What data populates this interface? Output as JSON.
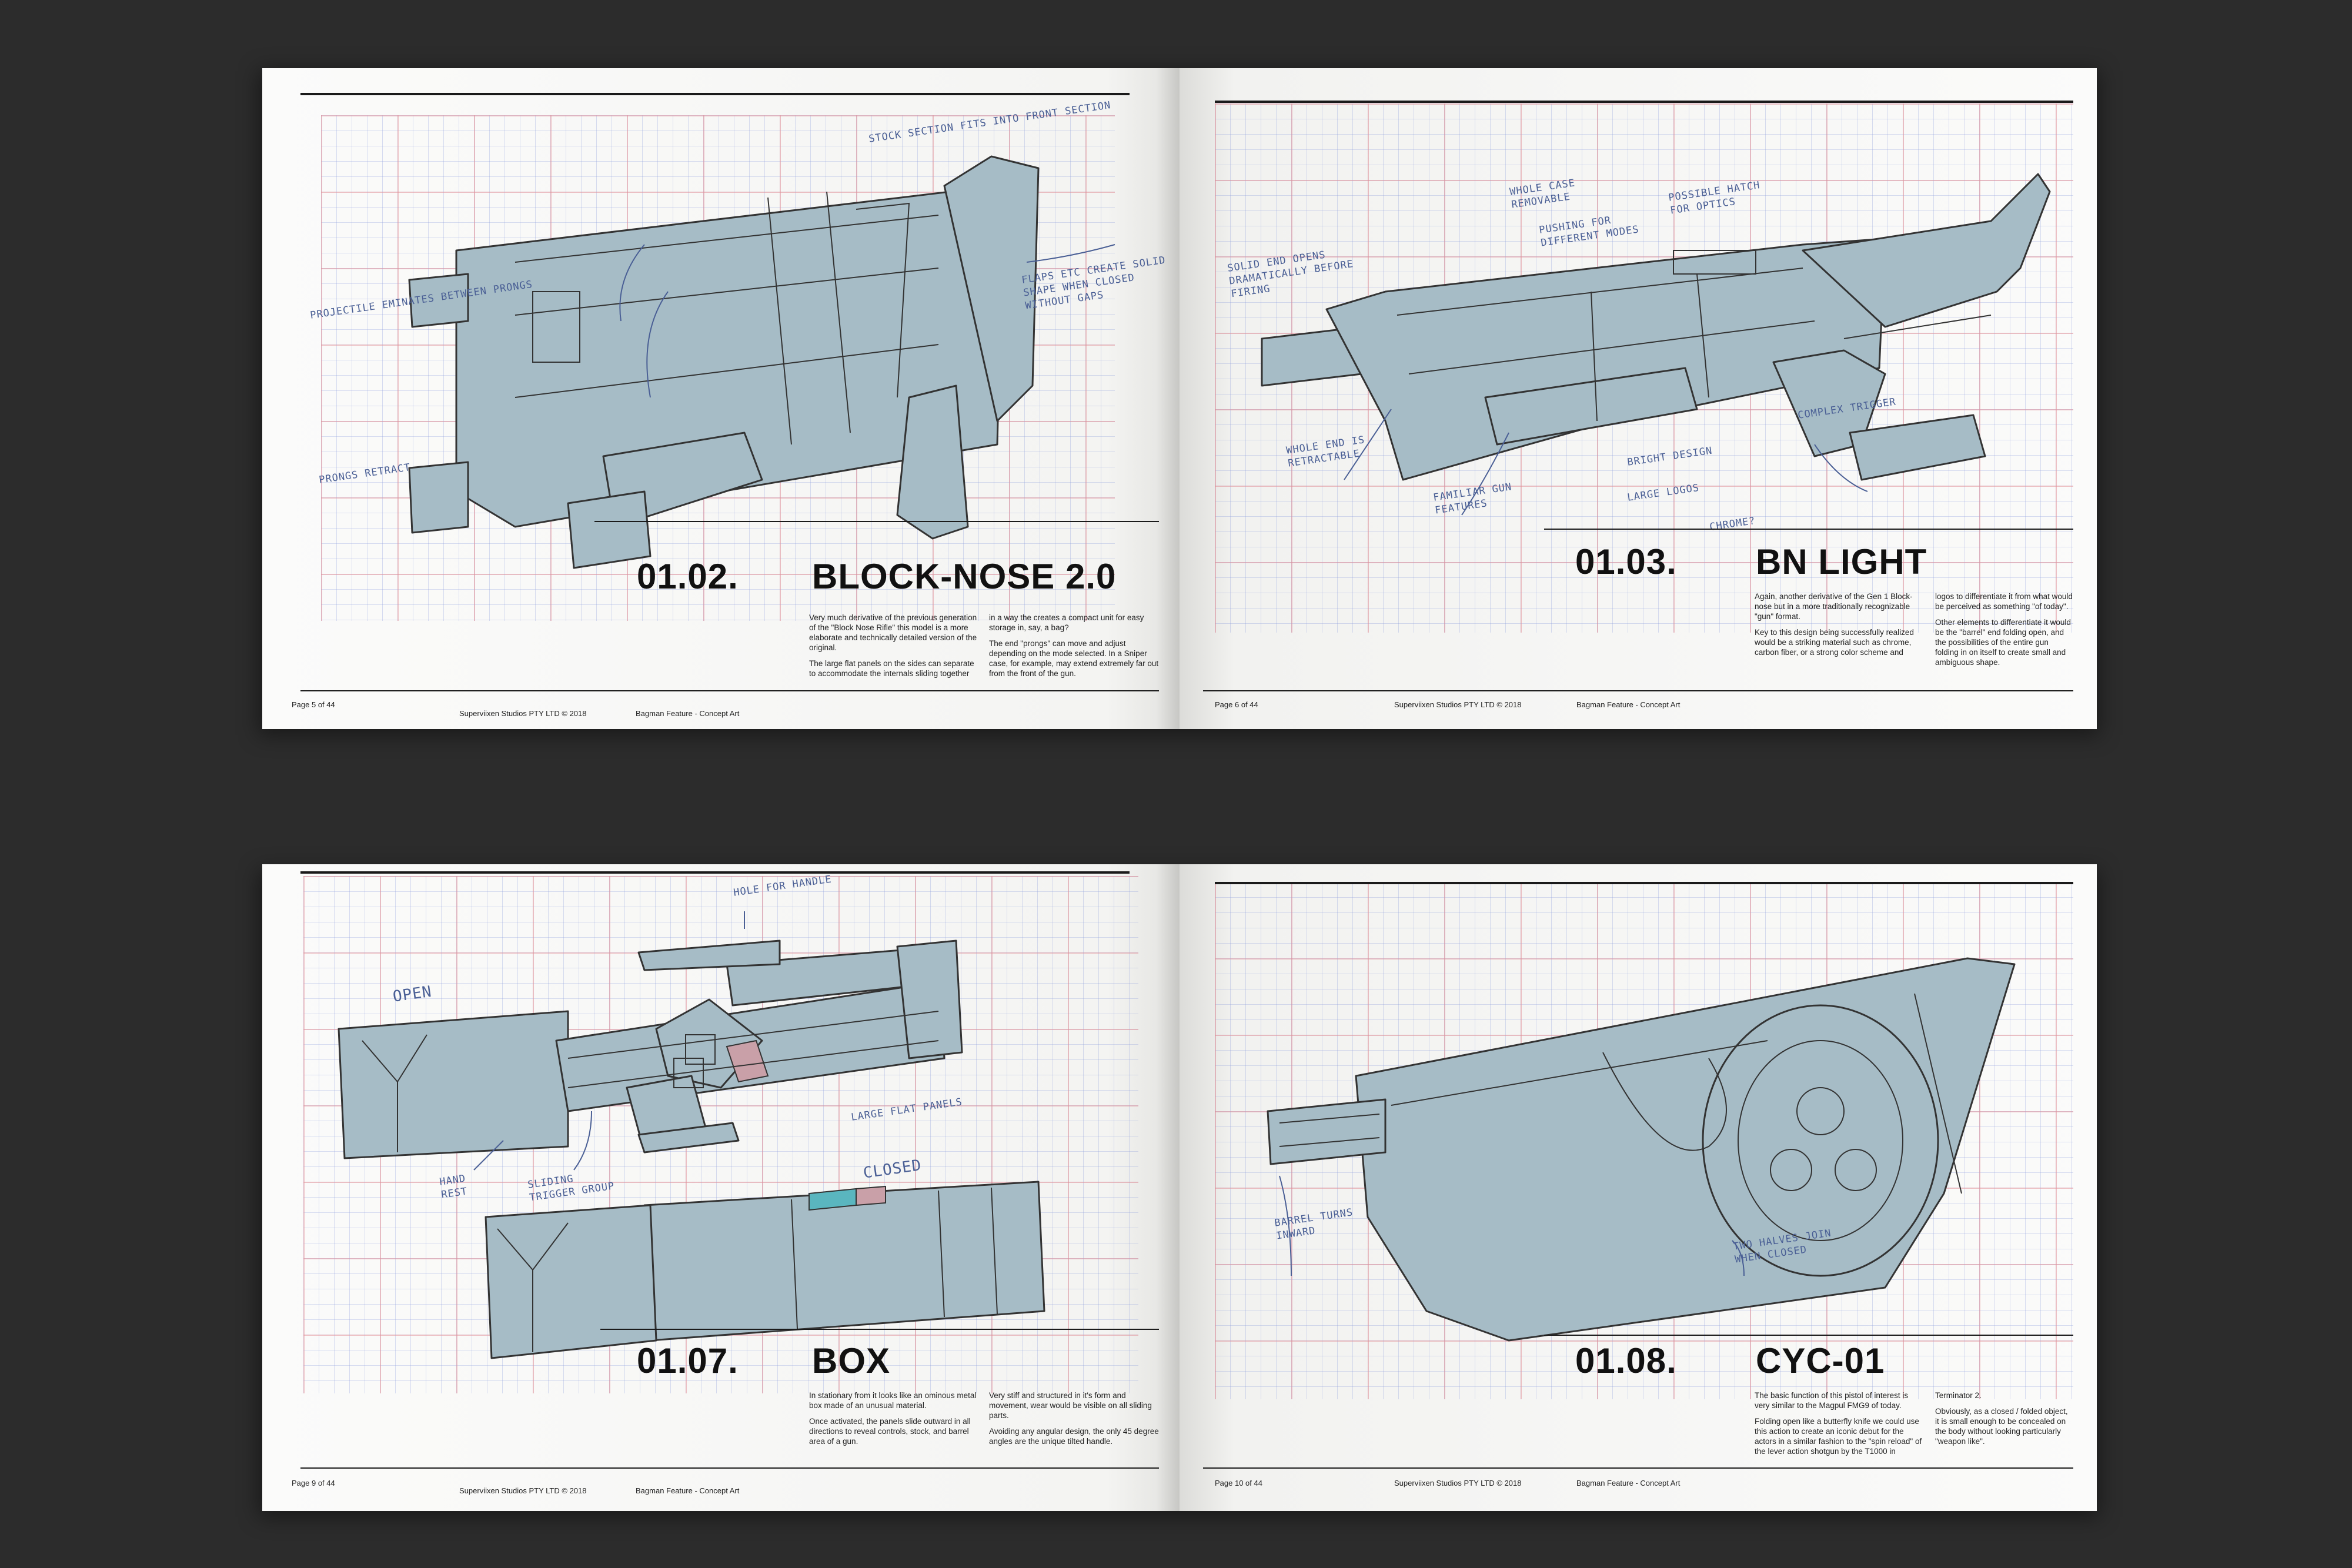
{
  "colors": {
    "background": "#2c2c2c",
    "paper": "#f6f6f4",
    "gun_fill": "#a6bcc6",
    "grid_red": "#dc7882",
    "grid_blue": "#788cd7",
    "annotation": "#4a5f95",
    "accent_pink": "#c9a0a8",
    "accent_teal": "#5ab6bf"
  },
  "spreads": [
    {
      "left": {
        "number": "01.02.",
        "title": "BLOCK-NOSE 2.0",
        "paragraphs": [
          "Very much derivative of the previous generation of the \"Block Nose Rifle\" this model is a more elaborate and technically detailed version of the original.",
          "The large flat panels on the sides can separate to accommodate the internals sliding together",
          "in a way the creates a compact unit for easy storage in, say, a bag?",
          "The end \"prongs\" can move and adjust depending on the mode selected. In a Sniper case, for example, may extend extremely far out from the front of the gun."
        ],
        "notes": [
          "STOCK SECTION FITS INTO FRONT SECTION",
          "PROJECTILE EMINATES BETWEEN PRONGS",
          "FLAPS ETC CREATE SOLID SHAPE WHEN CLOSED WITHOUT GAPS",
          "PRONGS RETRACT"
        ],
        "footer": {
          "page": "Page 5 of 44",
          "studio": "Superviixen Studios PTY LTD © 2018",
          "project": "Bagman Feature - Concept Art"
        }
      },
      "right": {
        "number": "01.03.",
        "title": "BN LIGHT",
        "paragraphs": [
          "Again, another derivative of the Gen 1 Block-nose but in a more traditionally recognizable \"gun\" format.",
          "Key to this design being successfully realized would be a striking material such as chrome, carbon fiber, or a strong color scheme and",
          "logos to differentiate it from what would be perceived as something \"of today\".",
          "Other elements to differentiate it would be the \"barrel\" end folding open, and the possibilities of the entire gun folding in on itself to create small and ambiguous shape."
        ],
        "notes": [
          "SOLID END OPENS DRAMATICALLY BEFORE FIRING",
          "WHOLE CASE REMOVABLE",
          "PUSHING FOR DIFFERENT MODES",
          "POSSIBLE HATCH FOR OPTICS",
          "WHOLE END IS RETRACTABLE",
          "COMPLEX TRIGGER",
          "BRIGHT DESIGN",
          "LARGE LOGOS",
          "CHROME?",
          "FAMILIAR GUN FEATURES"
        ],
        "footer": {
          "page": "Page 6 of 44",
          "studio": "Superviixen Studios PTY LTD © 2018",
          "project": "Bagman Feature - Concept Art"
        }
      }
    },
    {
      "left": {
        "number": "01.07.",
        "title": "BOX",
        "paragraphs": [
          "In stationary from it looks like an ominous metal box made of an unusual material.",
          "Once activated, the panels slide outward in all directions to reveal controls, stock, and barrel area of a gun.",
          "Very stiff and structured in it's form and movement, wear would be visible on all sliding parts.",
          "Avoiding any angular design, the only 45 degree angles are the unique tilted handle."
        ],
        "notes": [
          "HOLE FOR HANDLE",
          "OPEN",
          "LARGE FLAT PANELS",
          "CLOSED",
          "HAND REST",
          "SLIDING TRIGGER GROUP"
        ],
        "footer": {
          "page": "Page 9 of 44",
          "studio": "Superviixen Studios PTY LTD © 2018",
          "project": "Bagman Feature - Concept Art"
        }
      },
      "right": {
        "number": "01.08.",
        "title": "CYC-01",
        "paragraphs": [
          "The basic function of this pistol of interest is very similar to the Magpul FMG9 of today.",
          "Folding open like a butterfly knife we could use this action to create an iconic debut for the actors in a similar fashion to the \"spin reload\" of the lever action shotgun by the T1000 in",
          "Terminator 2.",
          "Obviously, as a closed / folded object, it is small enough to be concealed on the body without looking particularly \"weapon like\"."
        ],
        "notes": [
          "BARREL TURNS INWARD",
          "TWO HALVES JOIN WHEN CLOSED"
        ],
        "footer": {
          "page": "Page 10 of 44",
          "studio": "Superviixen Studios PTY LTD © 2018",
          "project": "Bagman Feature - Concept Art"
        }
      }
    }
  ]
}
